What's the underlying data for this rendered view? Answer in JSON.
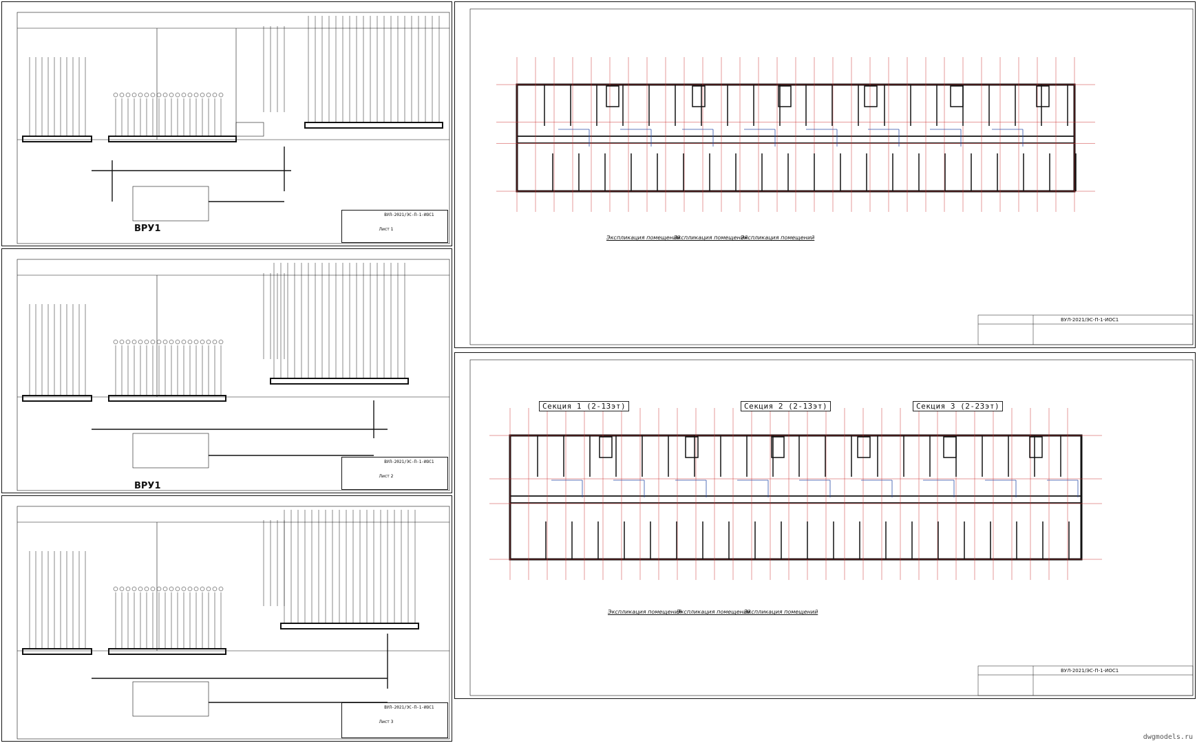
{
  "schemes": [
    {
      "vru_label": "ВРУ1",
      "doc_code": "ВУЛ-2021/ЭС-П-1-ИОС1",
      "sheet": "Лист 1"
    },
    {
      "vru_label": "ВРУ1",
      "doc_code": "ВУЛ-2021/ЭС-П-1-ИОС1",
      "sheet": "Лист 2"
    },
    {
      "vru_label": "",
      "doc_code": "ВУЛ-2021/ЭС-П-1-ИОС1",
      "sheet": "Лист 3"
    }
  ],
  "plan_top": {
    "doc_code": "ВУЛ-2021/ЭС-П-1-ИОС1",
    "tables": [
      {
        "title": "Экспликация помещений"
      },
      {
        "title": "Экспликация помещений"
      },
      {
        "title": "Экспликация помещений"
      }
    ]
  },
  "plan_bottom": {
    "doc_code": "ВУЛ-2021/ЭС-П-1-ИОС1",
    "sections": [
      {
        "label": "Секция 1 (2-13эт)"
      },
      {
        "label": "Секция 2 (2-13эт)"
      },
      {
        "label": "Секция 3 (2-23эт)"
      }
    ],
    "tables": [
      {
        "title": "Экспликация помещений"
      },
      {
        "title": "Экспликация помещений"
      },
      {
        "title": "Экспликация помещений"
      }
    ]
  },
  "watermark": "dwgmodels.ru"
}
